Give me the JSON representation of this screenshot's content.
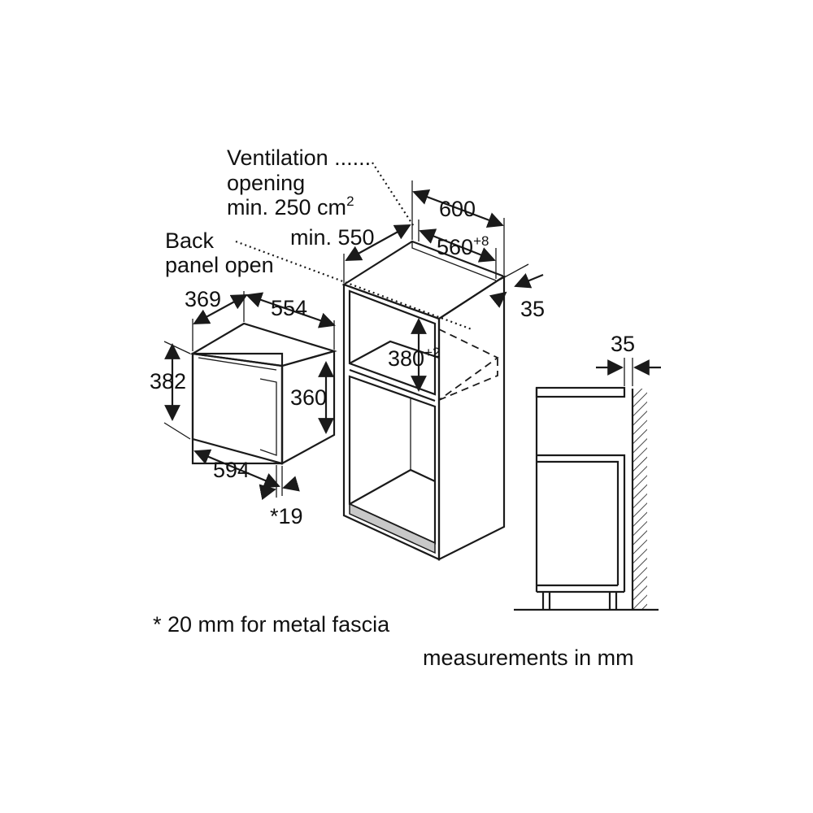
{
  "labels": {
    "ventilation_line1": "Ventilation",
    "ventilation_line2": "opening",
    "ventilation_line3": "min. 250 cm",
    "ventilation_sup": "2",
    "ventilation_dots": "......",
    "back_panel_line1": "Back",
    "back_panel_line2": "panel open",
    "min_550": "min. 550",
    "dim_600": "600",
    "dim_560": "560",
    "dim_560_sup": "+8",
    "dim_35_right": "35",
    "dim_35_side": "35",
    "dim_380": "380",
    "dim_380_sup": "+2",
    "dim_369": "369",
    "dim_554": "554",
    "dim_382": "382",
    "dim_360": "360",
    "dim_594": "594",
    "dim_19": "*19",
    "footnote": "* 20 mm for metal fascia",
    "units": "measurements in mm"
  },
  "colors": {
    "line": "#1a1a1a",
    "text": "#111111",
    "shade": "#c8c8c8",
    "background": "#ffffff"
  }
}
